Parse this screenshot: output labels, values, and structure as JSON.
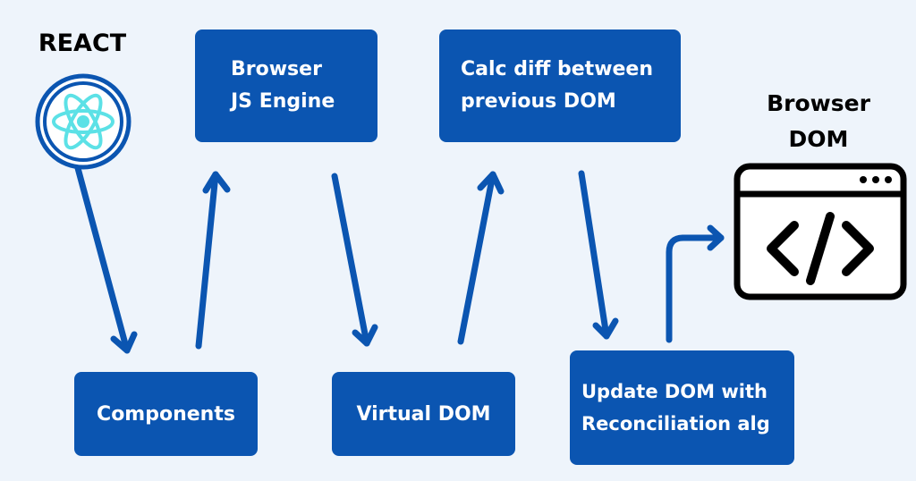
{
  "react_label": "REACT",
  "browser_dom_label": [
    "Browser",
    "DOM"
  ],
  "nodes": {
    "components": "Components",
    "browser_js_engine": [
      "Browser",
      "JS Engine"
    ],
    "virtual_dom": "Virtual DOM",
    "calc_diff": [
      "Calc diff between",
      "previous DOM"
    ],
    "update_dom": [
      "Update DOM with",
      "Reconciliation alg"
    ]
  },
  "icons": {
    "react": "react-logo-icon",
    "browser_dom": "browser-code-window-icon"
  },
  "colors": {
    "background": "#eef4fb",
    "box": "#0b55b1",
    "box_text": "#ffffff",
    "arrow": "#0b55b1",
    "react_atom": "#5ce1e6",
    "react_ring": "#0b55b1",
    "label_text": "#000000"
  }
}
